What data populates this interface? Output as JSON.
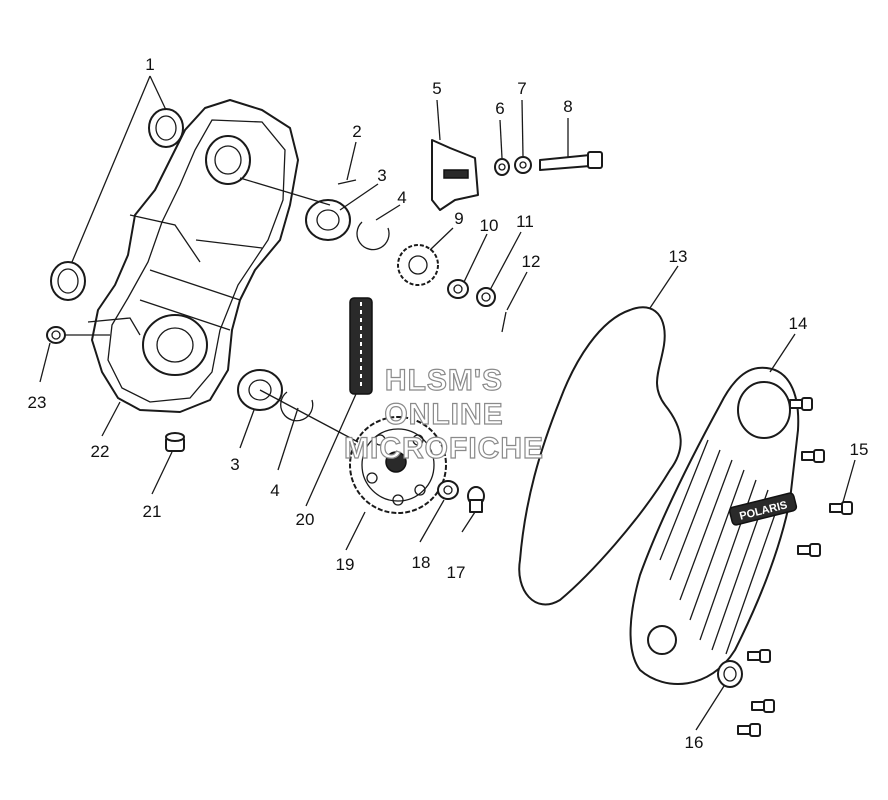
{
  "watermark": {
    "line1": "HLSM'S",
    "line2": "ONLINE",
    "line3": "MICROFICHE"
  },
  "badge_text": "POLARIS",
  "callouts": {
    "c1": "1",
    "c2": "2",
    "c3a": "3",
    "c3b": "3",
    "c4a": "4",
    "c4b": "4",
    "c5": "5",
    "c6": "6",
    "c7": "7",
    "c8": "8",
    "c9": "9",
    "c10": "10",
    "c11": "11",
    "c12": "12",
    "c13": "13",
    "c14": "14",
    "c15": "15",
    "c16": "16",
    "c17": "17",
    "c18": "18",
    "c19": "19",
    "c20": "20",
    "c21": "21",
    "c22": "22",
    "c23": "23"
  }
}
